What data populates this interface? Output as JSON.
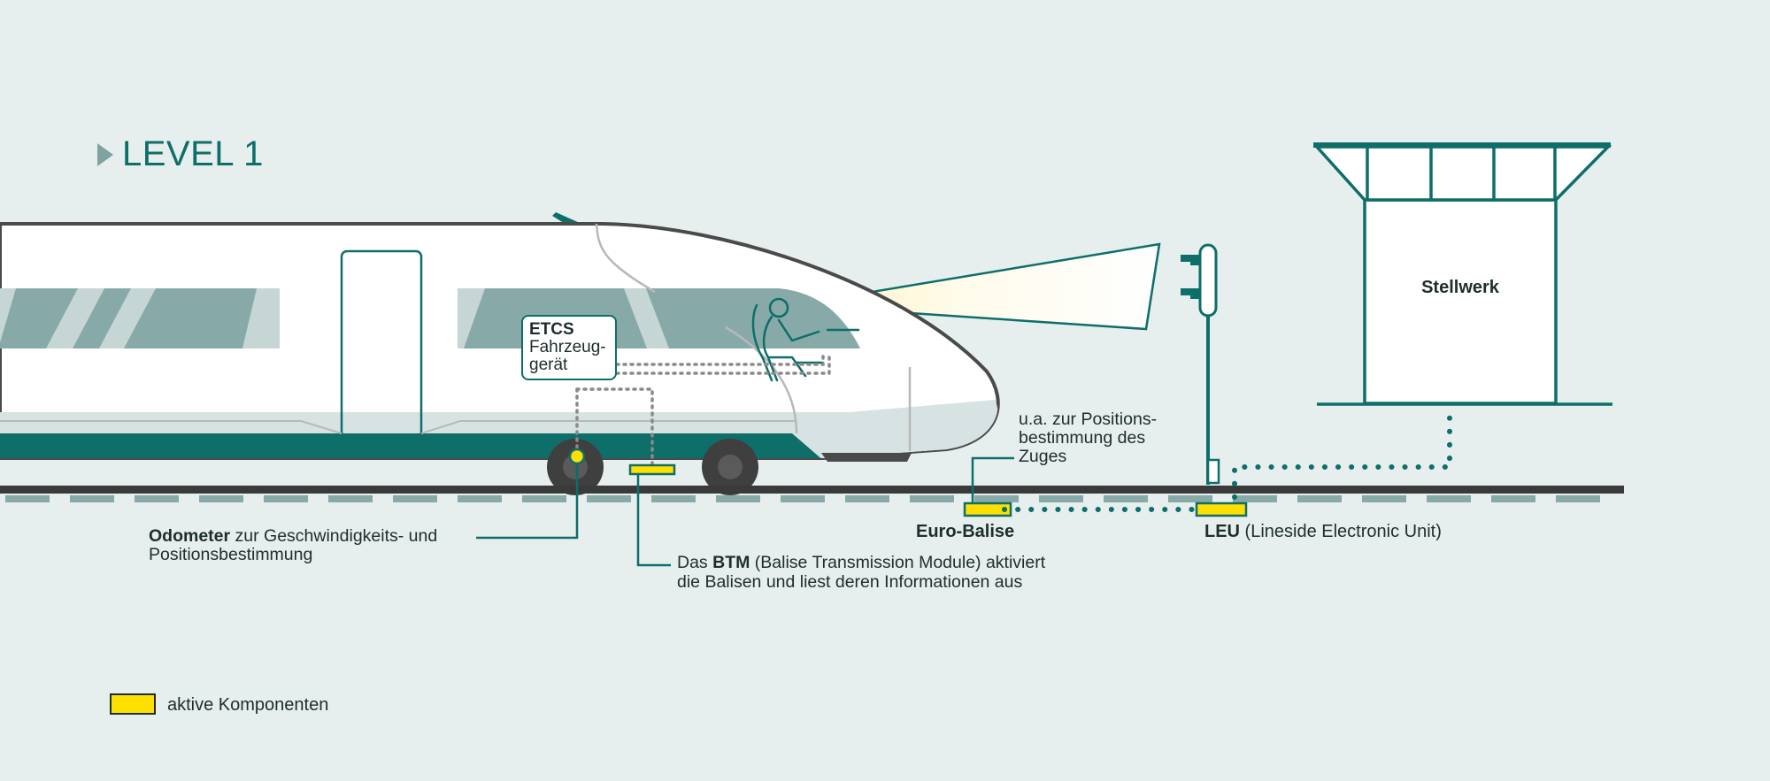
{
  "title": "LEVEL 1",
  "labels": {
    "etcs_bold": "ETCS",
    "etcs_line2": "Fahrzeug-",
    "etcs_line3": "gerät",
    "stellwerk": "Stellwerk",
    "odometer_bold": "Odometer",
    "odometer_rest": " zur Geschwindigkeits- und",
    "odometer_line2": "Positionsbestimmung",
    "btm_prefix": "Das ",
    "btm_bold": "BTM",
    "btm_rest": " (Balise Transmission Module) aktiviert",
    "btm_line2": "die Balisen und liest deren Informationen aus",
    "pos_line1": "u.a. zur Positions-",
    "pos_line2": "bestimmung des",
    "pos_line3": "Zuges",
    "euro_balise": "Euro-Balise",
    "leu_bold": "LEU",
    "leu_rest": " (Lineside Electronic Unit)"
  },
  "legend": {
    "label": "aktive Komponenten",
    "color": "#ffdf00"
  },
  "colors": {
    "background": "#e6eeee",
    "teal": "#0d6e6a",
    "window_teal": "#87aaa8",
    "active_yellow": "#ffdf00",
    "rail": "#3a3a3a",
    "dots": "#888888"
  }
}
